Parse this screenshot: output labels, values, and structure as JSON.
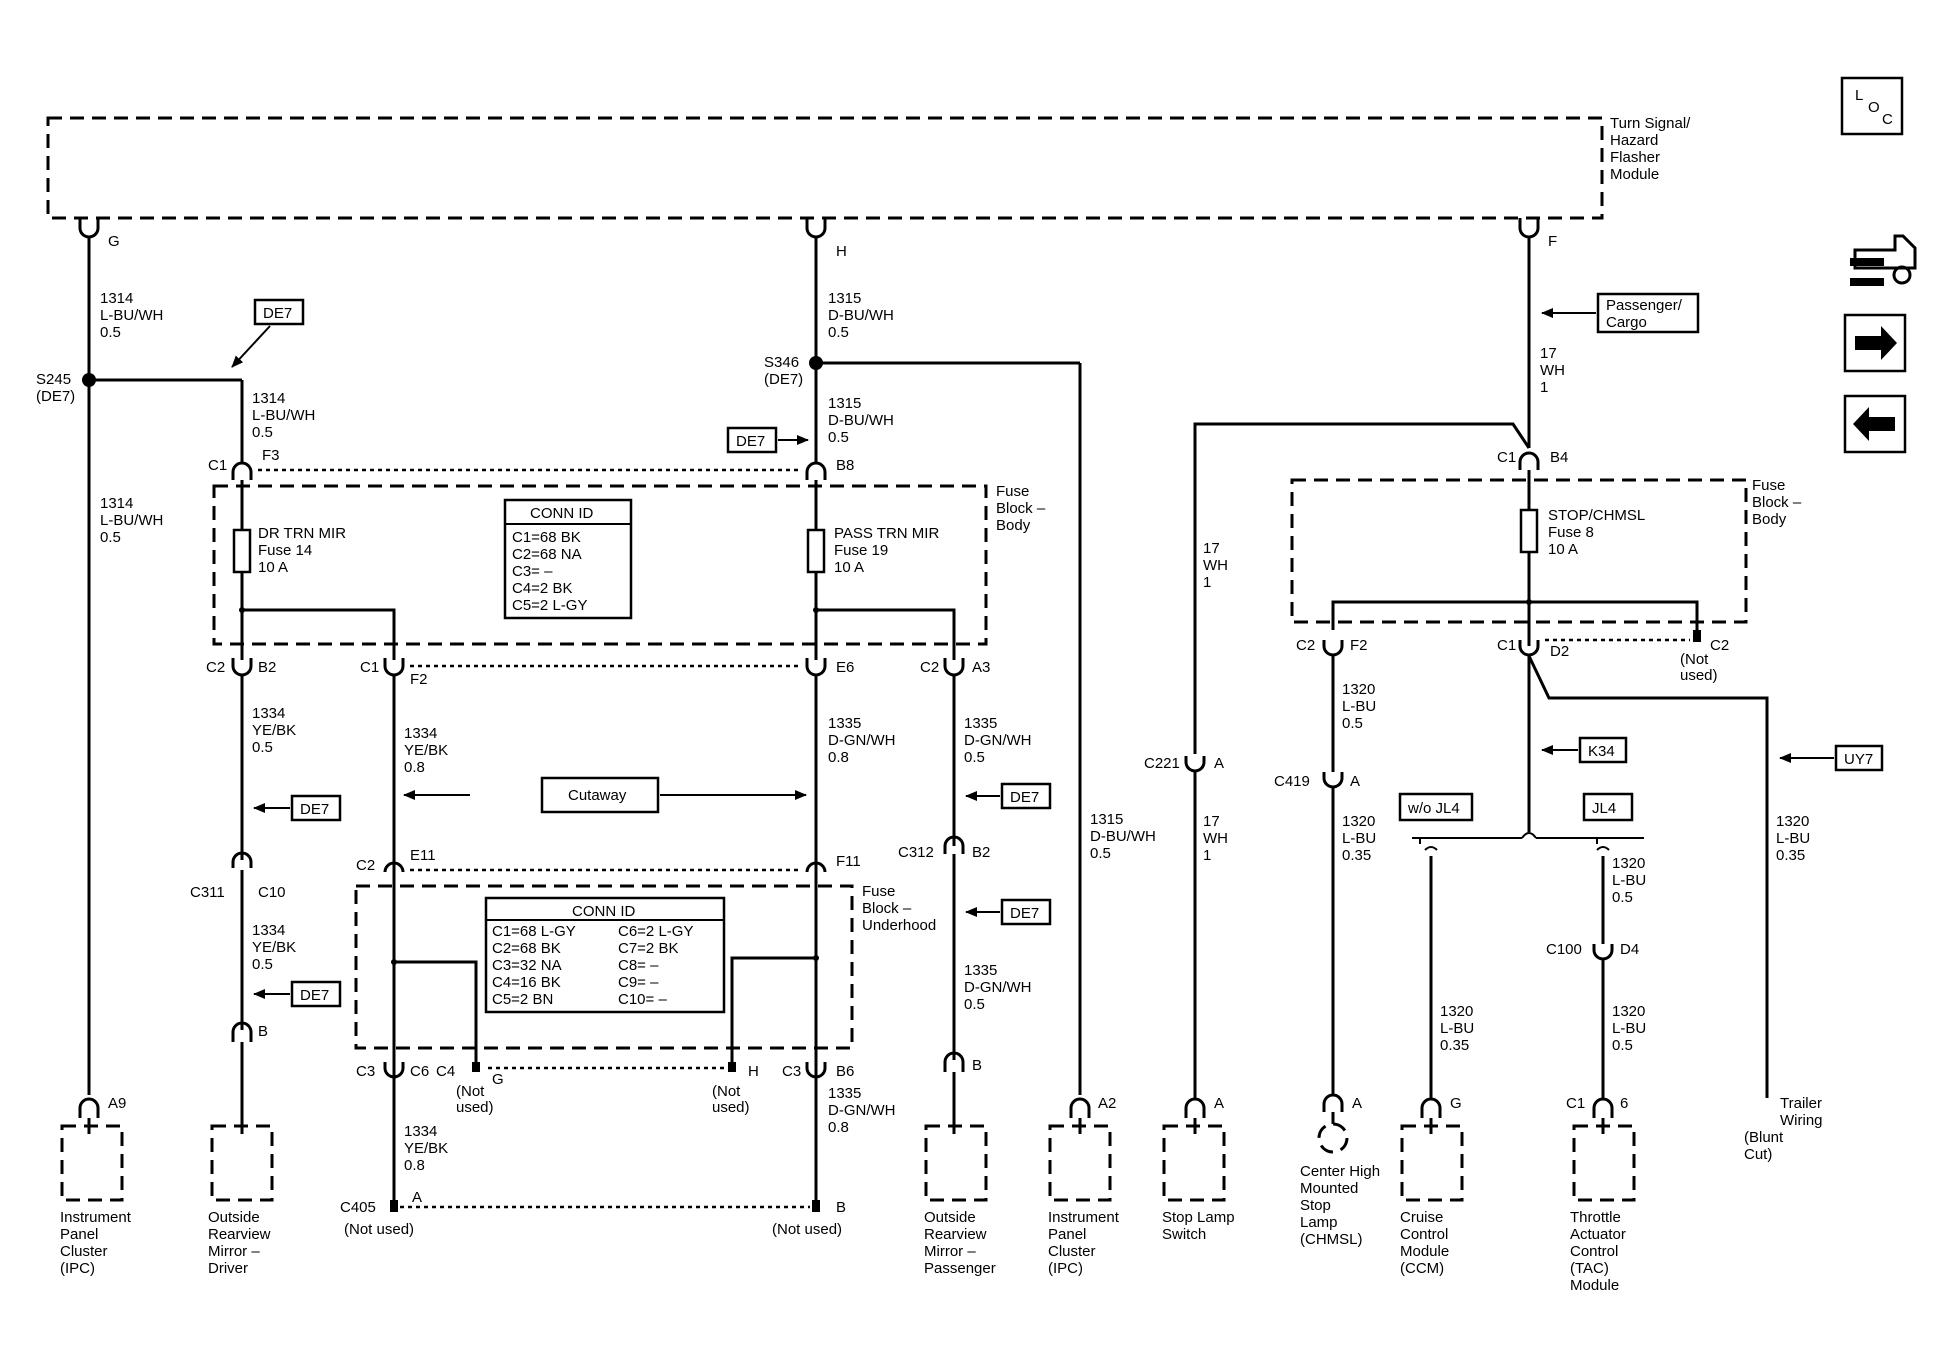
{
  "corner_label": {
    "l": "L",
    "o": "O",
    "c": "C"
  },
  "nav_icons": [
    "vehicle-wrench-icon",
    "arrow-right-icon",
    "arrow-left-icon"
  ],
  "modules": {
    "flasher": [
      "Turn Signal/",
      "Hazard",
      "Flasher",
      "Module"
    ],
    "fuse_body_left": [
      "Fuse",
      "Block –",
      "Body"
    ],
    "fuse_body_right": [
      "Fuse",
      "Block –",
      "Body"
    ],
    "fuse_underhood": [
      "Fuse",
      "Block –",
      "Underhood"
    ]
  },
  "pins": {
    "g": "G",
    "h": "H",
    "f": "F",
    "c1": "C1",
    "f3": "F3",
    "b8": "B8",
    "c1b": "C1",
    "b4": "B4",
    "c2a": "C2",
    "b2": "B2",
    "c1c": "C1",
    "f2a": "F2",
    "e6": "E6",
    "c2b": "C2",
    "a3": "A3",
    "c2c": "C2",
    "f2b": "F2",
    "c1d": "C1",
    "d2": "D2",
    "c2d": "C2",
    "not_used_d2": [
      "(Not",
      "used)"
    ],
    "c2e": "C2",
    "e11": "E11",
    "f11": "F11",
    "c3a": "C3",
    "c6": "C6",
    "c4": "C4",
    "gx": "G",
    "hx": "H",
    "c3b": "C3",
    "b6": "B6",
    "not_used_g": [
      "(Not",
      "used)"
    ],
    "not_used_h": [
      "(Not",
      "used)"
    ],
    "c405": "C405",
    "a405": "A",
    "b405": "B",
    "not_used_a": "(Not used)",
    "not_used_b": "(Not used)",
    "c311": "C311",
    "c10": "C10",
    "b_mirror_drv": "B",
    "c312": "C312",
    "b2x": "B2",
    "b_mirror_pass": "B",
    "a9": "A9",
    "a2": "A2",
    "c221": "C221",
    "a221": "A",
    "a_stop": "A",
    "c419": "C419",
    "a419": "A",
    "a_chmsl": "A",
    "g_ccm": "G",
    "c100": "C100",
    "d4": "D4",
    "c1_tac": "C1",
    "p6": "6"
  },
  "splices": {
    "s245": "S245",
    "s245_ref": "(DE7)",
    "s346": "S346",
    "s346_ref": "(DE7)"
  },
  "wires": {
    "w1314_a": [
      "1314",
      "L-BU/WH",
      "0.5"
    ],
    "w1314_b": [
      "1314",
      "L-BU/WH",
      "0.5"
    ],
    "w1314_c": [
      "1314",
      "L-BU/WH",
      "0.5"
    ],
    "w1315_a": [
      "1315",
      "D-BU/WH",
      "0.5"
    ],
    "w1315_b": [
      "1315",
      "D-BU/WH",
      "0.5"
    ],
    "w1315_c": [
      "1315",
      "D-BU/WH",
      "0.5"
    ],
    "w17_a": [
      "17",
      "WH",
      "1"
    ],
    "w17_b": [
      "17",
      "WH",
      "1"
    ],
    "w17_c": [
      "17",
      "WH",
      "1"
    ],
    "w1334_a": [
      "1334",
      "YE/BK",
      "0.5"
    ],
    "w1334_b": [
      "1334",
      "YE/BK",
      "0.8"
    ],
    "w1334_c": [
      "1334",
      "YE/BK",
      "0.5"
    ],
    "w1334_d": [
      "1334",
      "YE/BK",
      "0.8"
    ],
    "w1335_a": [
      "1335",
      "D-GN/WH",
      "0.8"
    ],
    "w1335_b": [
      "1335",
      "D-GN/WH",
      "0.5"
    ],
    "w1335_c": [
      "1335",
      "D-GN/WH",
      "0.5"
    ],
    "w1335_d": [
      "1335",
      "D-GN/WH",
      "0.8"
    ],
    "w1320_a": [
      "1320",
      "L-BU",
      "0.5"
    ],
    "w1320_b": [
      "1320",
      "L-BU",
      "0.35"
    ],
    "w1320_c": [
      "1320",
      "L-BU",
      "0.35"
    ],
    "w1320_d": [
      "1320",
      "L-BU",
      "0.5"
    ],
    "w1320_e": [
      "1320",
      "L-BU",
      "0.5"
    ],
    "w1320_f": [
      "1320",
      "L-BU",
      "0.35"
    ]
  },
  "fuses": {
    "dr": [
      "DR TRN MIR",
      "Fuse 14",
      "10 A"
    ],
    "pass": [
      "PASS TRN MIR",
      "Fuse 19",
      "10 A"
    ],
    "stop": [
      "STOP/CHMSL",
      "Fuse 8",
      "10 A"
    ]
  },
  "conn_id_body": {
    "title": "CONN ID",
    "rows": [
      "C1=68 BK",
      "C2=68 NA",
      "C3= –",
      "C4=2 BK",
      "C5=2 L-GY"
    ]
  },
  "conn_id_underhood": {
    "title": "CONN ID",
    "left": [
      "C1=68 L-GY",
      "C2=68 BK",
      "C3=32 NA",
      "C4=16 BK",
      "C5=2 BN"
    ],
    "right": [
      "C6=2 L-GY",
      "C7=2 BK",
      "C8= –",
      "C9= –",
      "C10= –"
    ]
  },
  "refs": {
    "de7_a": "DE7",
    "de7_b": "DE7",
    "de7_c": "DE7",
    "de7_d": "DE7",
    "de7_e": "DE7",
    "de7_f": "DE7",
    "passenger_cargo": [
      "Passenger/",
      "Cargo"
    ],
    "k34": "K34",
    "uy7": "UY7",
    "wo_jl4": "w/o JL4",
    "jl4": "JL4",
    "cutaway": "Cutaway"
  },
  "components": {
    "ipc_left": [
      "Instrument",
      "Panel",
      "Cluster",
      "(IPC)"
    ],
    "mirror_driver": [
      "Outside",
      "Rearview",
      "Mirror –",
      "Driver"
    ],
    "mirror_pass": [
      "Outside",
      "Rearview",
      "Mirror –",
      "Passenger"
    ],
    "ipc_right": [
      "Instrument",
      "Panel",
      "Cluster",
      "(IPC)"
    ],
    "stop_switch": [
      "Stop Lamp",
      "Switch"
    ],
    "chmsl": [
      "Center High",
      "Mounted",
      "Stop",
      "Lamp",
      "(CHMSL)"
    ],
    "ccm": [
      "Cruise",
      "Control",
      "Module",
      "(CCM)"
    ],
    "tac": [
      "Throttle",
      "Actuator",
      "Control",
      "(TAC)",
      "Module"
    ],
    "trailer": [
      "Trailer",
      "Wiring"
    ],
    "blunt_cut": [
      "(Blunt",
      "Cut)"
    ]
  }
}
